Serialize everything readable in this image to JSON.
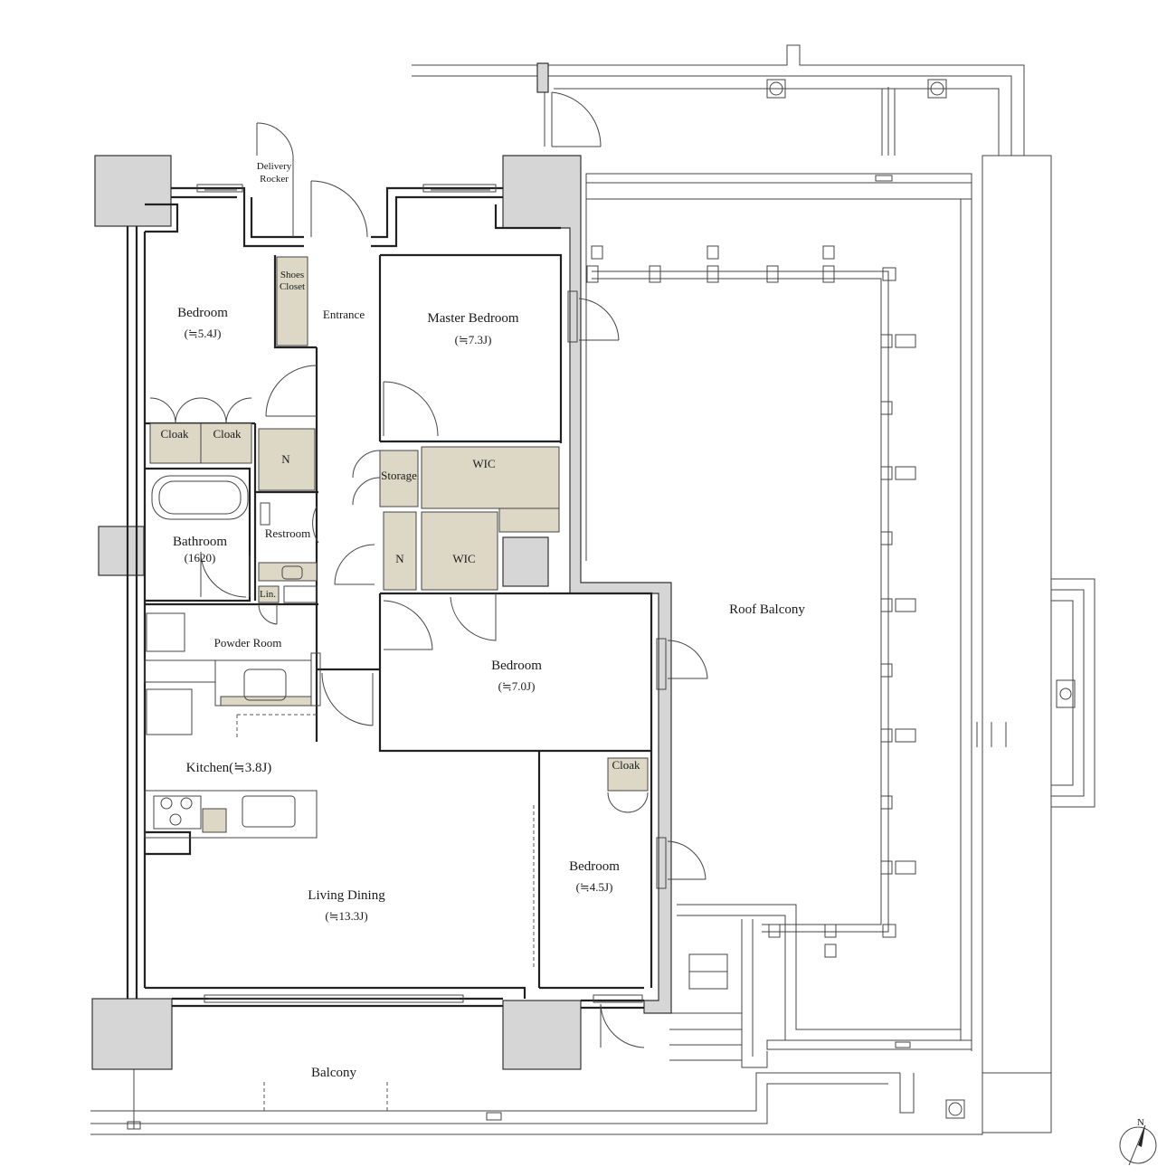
{
  "labels": {
    "delivery_rocker_1": "Delivery",
    "delivery_rocker_2": "Rocker",
    "shoes_closet_1": "Shoes",
    "shoes_closet_2": "Closet",
    "entrance": "Entrance",
    "bedroom_nw": "Bedroom",
    "bedroom_nw_size": "(≒5.4J)",
    "master_bedroom": "Master Bedroom",
    "master_bedroom_size": "(≒7.3J)",
    "cloak_1": "Cloak",
    "cloak_2": "Cloak",
    "n_1": "N",
    "storage": "Storage",
    "wic_1": "WIC",
    "restroom": "Restroom",
    "bathroom": "Bathroom",
    "bathroom_size": "(1620)",
    "n_2": "N",
    "wic_2": "WIC",
    "lin": "Lin.",
    "powder_room": "Powder Room",
    "bedroom_mid": "Bedroom",
    "bedroom_mid_size": "(≒7.0J)",
    "roof_balcony": "Roof Balcony",
    "kitchen": "Kitchen(≒3.8J)",
    "cloak_3": "Cloak",
    "bedroom_se": "Bedroom",
    "bedroom_se_size": "(≒4.5J)",
    "living_dining": "Living Dining",
    "living_dining_size": "(≒13.3J)",
    "balcony": "Balcony",
    "compass_n": "N"
  }
}
